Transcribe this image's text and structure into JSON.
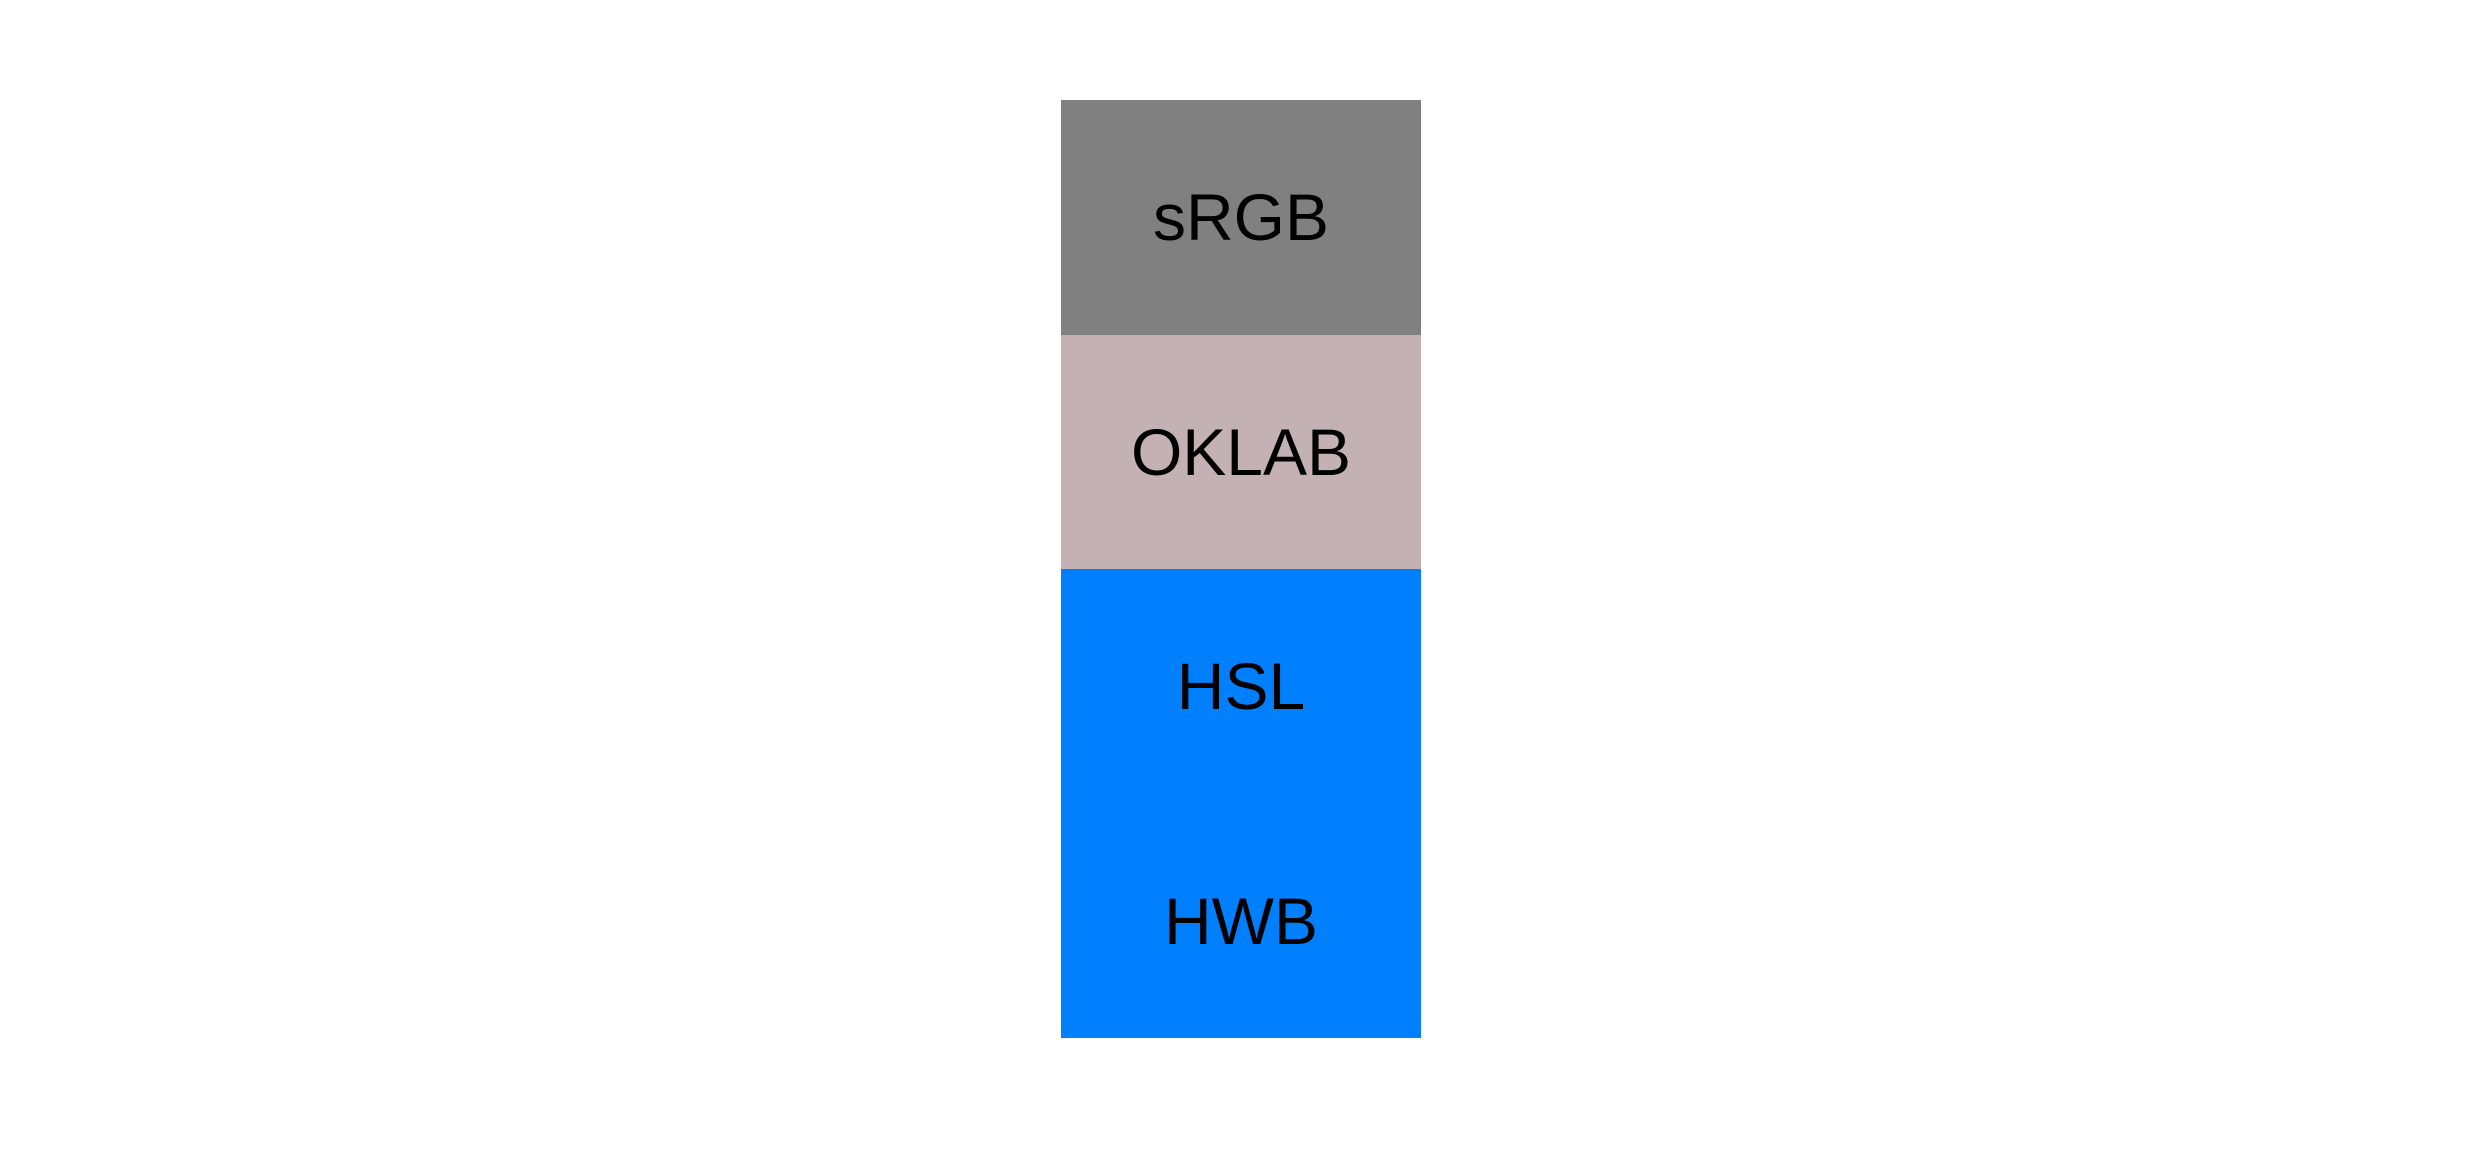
{
  "page": {
    "background": "#ffffff",
    "text_color": "#000000"
  },
  "swatches": [
    {
      "label": "sRGB",
      "color": "#808080"
    },
    {
      "label": "OKLAB",
      "color": "#c4b1b4"
    },
    {
      "label": "HSL",
      "color": "#0080ff"
    },
    {
      "label": "HWB",
      "color": "#0080ff"
    }
  ]
}
